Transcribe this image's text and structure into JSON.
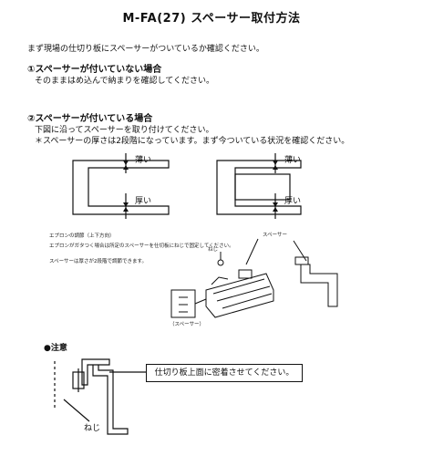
{
  "title": "M-FA(27) スペーサー取付方法",
  "intro": "まず現場の仕切り板にスペーサーがついているか確認ください。",
  "case1": {
    "heading": "①スペーサーが付いていない場合",
    "body": "そのままはめ込んで納まりを確認してください。"
  },
  "case2": {
    "heading": "②スペーサーが付いている場合",
    "line1": "下図に沿ってスペーサーを取り付けてください。",
    "line2": "＊スペーサーの厚さは2段階になっています。まず今ついている状況を確認ください。"
  },
  "diagram_labels": {
    "thin": "薄い",
    "thick": "厚い",
    "thin_right": "薄い"
  },
  "apron_notes": {
    "line1": "エプロンの調節（上下方向）",
    "line2": "エプロンがガタつく場合は所定のスペーサーを仕切板にねじで固定してください。",
    "line3": "スペーサーは厚さが2段階で調節できます。"
  },
  "part_labels": {
    "spacer_top": "スペーサー",
    "screw_top": "ねじ",
    "spacer_paren": "（スペーサー）"
  },
  "caution": {
    "heading": "●注意",
    "instruction": "仕切り板上面に密着させてください。",
    "screw": "ねじ"
  }
}
